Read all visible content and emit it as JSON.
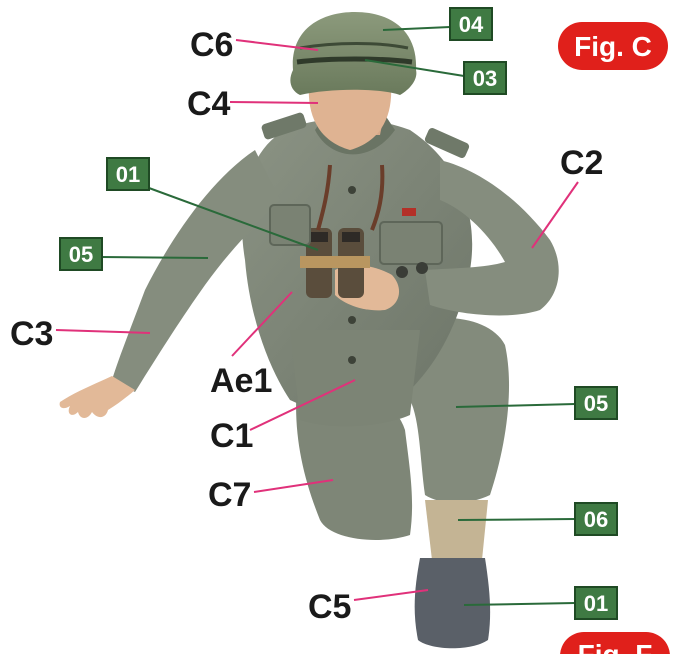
{
  "figure": {
    "badge_label": "Fig. C",
    "badge_partial_label": "Fig. F",
    "badge_color": "#e0201b",
    "figure_subject": "kneeling-soldier-with-binoculars"
  },
  "colors": {
    "part_line": "#e0317a",
    "paint_line": "#2a6a3a",
    "paint_tag_bg": "#3f7a43",
    "paint_tag_border": "#1f4a24"
  },
  "part_labels": {
    "c6": "C6",
    "c4": "C4",
    "c2": "C2",
    "c3": "C3",
    "ae1": "Ae1",
    "c1": "C1",
    "c7": "C7",
    "c5": "C5"
  },
  "paint_codes": {
    "helmet_cover": "04",
    "helmet_band": "03",
    "binocular_strap": "01",
    "left_sleeve": "05",
    "trousers": "05",
    "gaiter": "06",
    "boot": "01"
  }
}
